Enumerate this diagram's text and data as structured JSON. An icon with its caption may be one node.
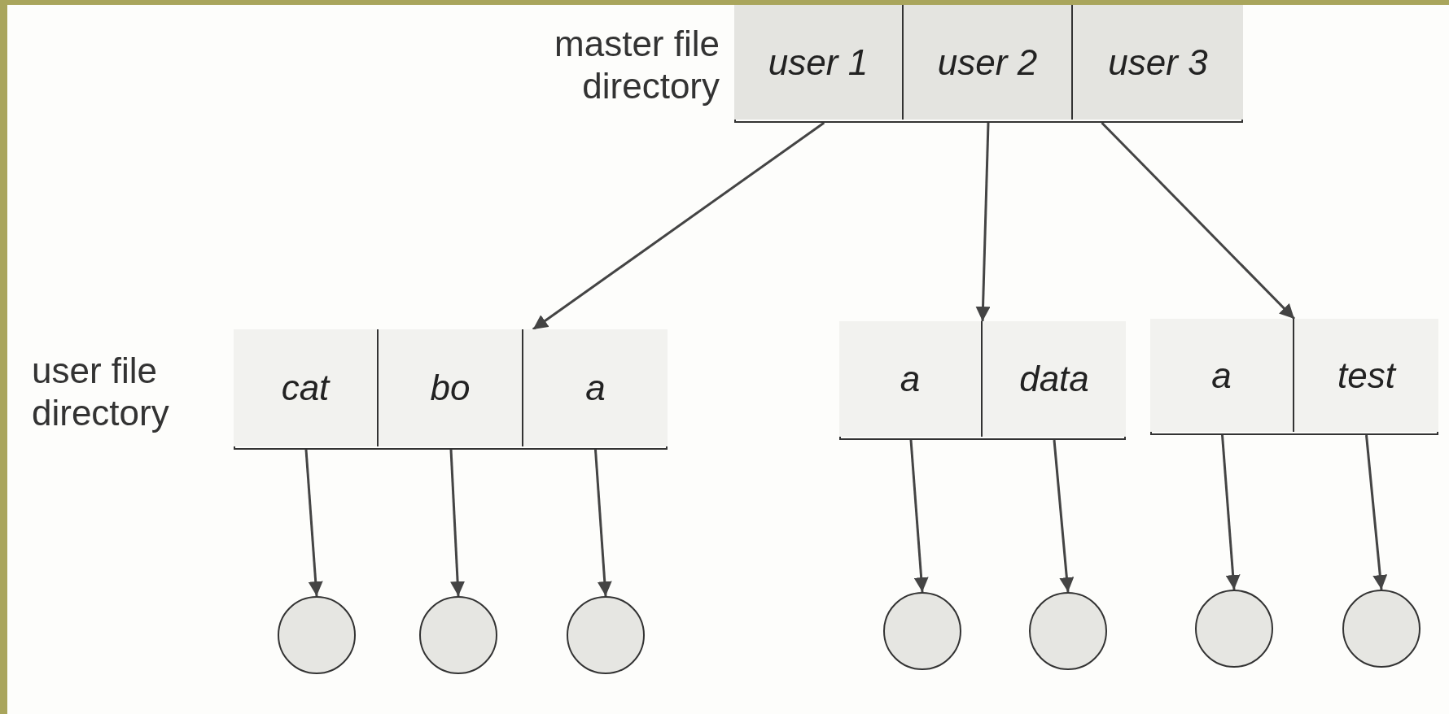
{
  "diagram": {
    "nodes": [
      {
        "text": [],
        "shape": "box",
        "beside": [
          "master file directory"
        ]
      },
      {
        "text": [
          "user 1"
        ],
        "in": 0
      },
      {
        "text": [
          "user 2"
        ],
        "in": 0
      },
      {
        "text": [
          "user 3"
        ],
        "in": 0
      },
      {
        "text": [],
        "shape": "box",
        "beside": [
          "user file directory"
        ]
      },
      {
        "text": [
          "cat"
        ],
        "in": 4
      },
      {
        "text": [
          "bo"
        ],
        "in": 4
      },
      {
        "text": [
          "a"
        ],
        "in": 4
      },
      {
        "text": [],
        "shape": "box"
      },
      {
        "text": [
          "a"
        ],
        "in": 8
      },
      {
        "text": [
          "data"
        ],
        "in": 8
      },
      {
        "text": [],
        "shape": "box"
      },
      {
        "text": [
          "a"
        ],
        "in": 11
      },
      {
        "text": [
          "test"
        ],
        "in": 11
      },
      {
        "text": [],
        "shape": "circle"
      },
      {
        "text": [],
        "shape": "circle"
      },
      {
        "text": [],
        "shape": "circle"
      },
      {
        "text": [],
        "shape": "circle"
      },
      {
        "text": [],
        "shape": "circle"
      },
      {
        "text": [],
        "shape": "circle"
      },
      {
        "text": [],
        "shape": "circle"
      }
    ],
    "edges": [
      {
        "from": 1,
        "to": 4,
        "arrow": "to"
      },
      {
        "from": 2,
        "to": 8,
        "arrow": "to"
      },
      {
        "from": 3,
        "to": 11,
        "arrow": "to"
      },
      {
        "from": 5,
        "to": 14,
        "arrow": "to"
      },
      {
        "from": 6,
        "to": 15,
        "arrow": "to"
      },
      {
        "from": 7,
        "to": 16,
        "arrow": "to"
      },
      {
        "from": 9,
        "to": 17,
        "arrow": "to"
      },
      {
        "from": 10,
        "to": 18,
        "arrow": "to"
      },
      {
        "from": 12,
        "to": 19,
        "arrow": "to"
      },
      {
        "from": 13,
        "to": 20,
        "arrow": "to"
      }
    ]
  }
}
